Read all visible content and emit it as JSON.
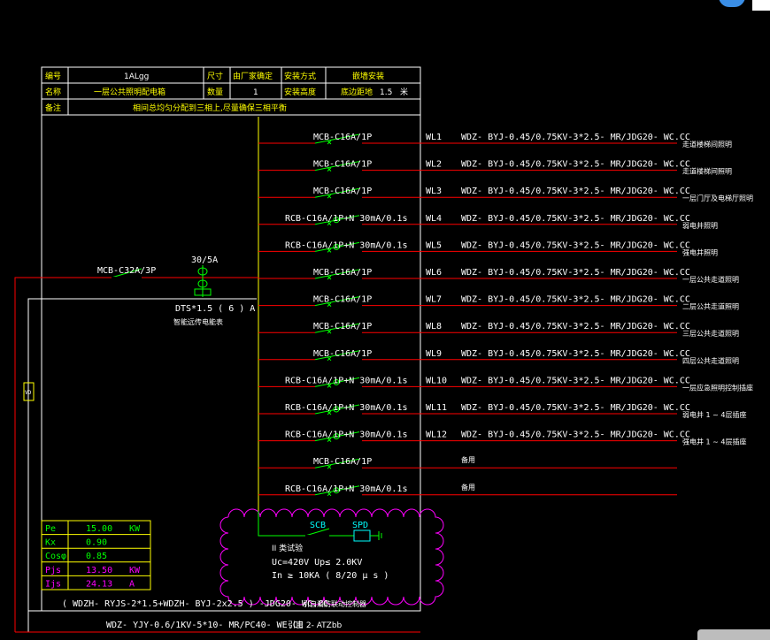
{
  "header": {
    "row1": {
      "k_id": "编号",
      "v_id": "1ALgg",
      "k_size": "尺寸",
      "v_size": "由厂家确定",
      "k_install": "安装方式",
      "v_install": "嵌墙安装"
    },
    "row2": {
      "k_name": "名称",
      "v_name": "一层公共照明配电箱",
      "k_qty": "数量",
      "v_qty": "1",
      "k_height": "安装高度",
      "v_height": "底边距地",
      "v_height_num": "1.5",
      "v_height_unit": "米"
    },
    "row3": {
      "k_note": "备注",
      "v_note": "相间总均匀分配到三相上,尽量确保三相平衡"
    }
  },
  "main_breaker": {
    "label": "MCB-C32A/3P"
  },
  "meter": {
    "top_label": "30/5A",
    "bottom_label": "DTS*1.5 ( 6 ) A",
    "sub_label": "智能远传电能表"
  },
  "vd_label": "VD",
  "circuits": [
    {
      "breaker": "MCB-C16A/1P",
      "id": "WL1",
      "cable": "WDZ- BYJ-0.45/0.75KV-3*2.5- MR/JDG20- WC.CC",
      "desc": "走道楼梯间照明"
    },
    {
      "breaker": "MCB-C16A/1P",
      "id": "WL2",
      "cable": "WDZ- BYJ-0.45/0.75KV-3*2.5- MR/JDG20- WC.CC",
      "desc": "走道楼梯间照明"
    },
    {
      "breaker": "MCB-C16A/1P",
      "id": "WL3",
      "cable": "WDZ- BYJ-0.45/0.75KV-3*2.5- MR/JDG20- WC.CC",
      "desc": "一层门厅及电梯厅照明"
    },
    {
      "breaker": "RCB-C16A/1P+N  30mA/0.1s",
      "id": "WL4",
      "cable": "WDZ- BYJ-0.45/0.75KV-3*2.5- MR/JDG20- WC.CC",
      "desc": "弱电井照明"
    },
    {
      "breaker": "RCB-C16A/1P+N  30mA/0.1s",
      "id": "WL5",
      "cable": "WDZ- BYJ-0.45/0.75KV-3*2.5- MR/JDG20- WC.CC",
      "desc": "强电井照明"
    },
    {
      "breaker": "MCB-C16A/1P",
      "id": "WL6",
      "cable": "WDZ- BYJ-0.45/0.75KV-3*2.5- MR/JDG20- WC.CC",
      "desc": "一层公共走道照明"
    },
    {
      "breaker": "MCB-C16A/1P",
      "id": "WL7",
      "cable": "WDZ- BYJ-0.45/0.75KV-3*2.5- MR/JDG20- WC.CC",
      "desc": "二层公共走道照明"
    },
    {
      "breaker": "MCB-C16A/1P",
      "id": "WL8",
      "cable": "WDZ- BYJ-0.45/0.75KV-3*2.5- MR/JDG20- WC.CC",
      "desc": "三层公共走道照明"
    },
    {
      "breaker": "MCB-C16A/1P",
      "id": "WL9",
      "cable": "WDZ- BYJ-0.45/0.75KV-3*2.5- MR/JDG20- WC.CC",
      "desc": "四层公共走道照明"
    },
    {
      "breaker": "RCB-C16A/1P+N  30mA/0.1s",
      "id": "WL10",
      "cable": "WDZ- BYJ-0.45/0.75KV-3*2.5- MR/JDG20- WC.CC",
      "desc": "一层应急照明控制插座"
    },
    {
      "breaker": "RCB-C16A/1P+N  30mA/0.1s",
      "id": "WL11",
      "cable": "WDZ- BYJ-0.45/0.75KV-3*2.5- MR/JDG20- WC.CC",
      "desc": "弱电井      1 ~ 4层插座"
    },
    {
      "breaker": "RCB-C16A/1P+N  30mA/0.1s",
      "id": "WL12",
      "cable": "WDZ- BYJ-0.45/0.75KV-3*2.5- MR/JDG20- WC.CC",
      "desc": "强电井      1 ~ 4层插座"
    },
    {
      "breaker": "MCB-C16A/1P",
      "id": "",
      "cable": "",
      "desc": "备用"
    },
    {
      "breaker": "RCB-C16A/1P+N  30mA/0.1s",
      "id": "",
      "cable": "",
      "desc": "备用"
    }
  ],
  "params": [
    {
      "name": "Pe",
      "value": "15.00",
      "unit": "KW",
      "color": "#00ff00"
    },
    {
      "name": "Kx",
      "value": "0.90",
      "unit": "",
      "color": "#00ff00"
    },
    {
      "name": "Cosφ",
      "value": "0.85",
      "unit": "",
      "color": "#00ff00"
    },
    {
      "name": "Pjs",
      "value": "13.50",
      "unit": "KW",
      "color": "#ff00ff"
    },
    {
      "name": "Ijs",
      "value": "24.13",
      "unit": "A",
      "color": "#ff00ff"
    }
  ],
  "spd": {
    "scb_label": "SCB",
    "spd_label": "SPD",
    "title": "II 类试验",
    "line1": "Uc=420V    Up≤ 2.0KV",
    "line2": "In ≥ 10KA ( 8/20 μ s )"
  },
  "bottom": {
    "cable_line": "( WDZH- RYJS-2*1.5+WDZH- BYJ-2x2.5    ) -JDG20- WC.CC",
    "cable_desc": "引自消防联动控制器",
    "incoming": "WDZ- YJY-0.6/1KV-5*10- MR/PC40- WE.CE",
    "source": "引自    2- ATZbb"
  },
  "colors": {
    "frame": "#ffffff",
    "bus": "#ffff00",
    "line": "#ff0000",
    "breaker": "#00ff00",
    "text": "#ffffff",
    "cloud": "#ff00ff",
    "spd": "#00ffff"
  }
}
